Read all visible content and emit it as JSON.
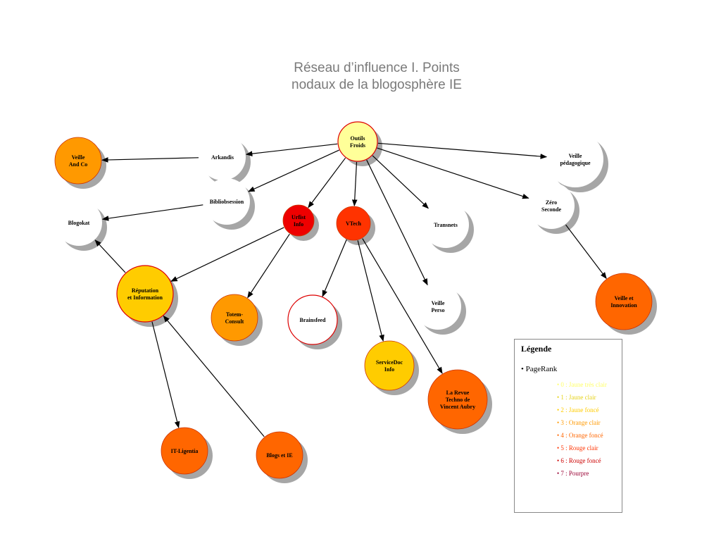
{
  "title": {
    "line1": "Réseau d’influence I. Points",
    "line2": "nodaux de la blogosphère IE"
  },
  "colors": {
    "white": "#ffffff",
    "yellow_light": "#ffff99",
    "yellow_dark": "#ffcc00",
    "orange_light": "#ff9900",
    "orange_dark": "#ff6600",
    "red_light": "#ff3300",
    "red_dark": "#ee0000",
    "shadow": "#a6a6a6",
    "edge": "#000000"
  },
  "nodes": [
    {
      "id": "outils",
      "name": "outils-froids-node",
      "lines": [
        "Outils",
        "Froids"
      ],
      "color": "yellow_light",
      "border": "red"
    },
    {
      "id": "arkandis",
      "name": "arkandis-node",
      "lines": [
        "Arkandis"
      ],
      "color": "white"
    },
    {
      "id": "veilleandco",
      "name": "veille-and-co-node",
      "lines": [
        "Veille",
        "And Co"
      ],
      "color": "orange_light"
    },
    {
      "id": "bibliobsession",
      "name": "bibliobsession-node",
      "lines": [
        "Bibliobsession"
      ],
      "color": "white"
    },
    {
      "id": "blogokat",
      "name": "blogokat-node",
      "lines": [
        "Blogokat"
      ],
      "color": "white"
    },
    {
      "id": "urfist",
      "name": "urfist-info-node",
      "lines": [
        "Urfist",
        "Info"
      ],
      "color": "red_dark"
    },
    {
      "id": "vtech",
      "name": "vtech-node",
      "lines": [
        "VTech"
      ],
      "color": "red_light"
    },
    {
      "id": "transnets",
      "name": "transnets-node",
      "lines": [
        "Transnets"
      ],
      "color": "white"
    },
    {
      "id": "veillepeda",
      "name": "veille-pedagogique-node",
      "lines": [
        "Veille",
        "pédagogique"
      ],
      "color": "white"
    },
    {
      "id": "zero",
      "name": "zero-seconde-node",
      "lines": [
        "Zéro",
        "Seconde"
      ],
      "color": "white"
    },
    {
      "id": "reputation",
      "name": "reputation-information-node",
      "lines": [
        "Réputation",
        "et Information"
      ],
      "color": "yellow_dark",
      "border": "red"
    },
    {
      "id": "totem",
      "name": "totem-consult-node",
      "lines": [
        "Totem-",
        "Consult"
      ],
      "color": "orange_light"
    },
    {
      "id": "brainsfeed",
      "name": "brainsfeed-node",
      "lines": [
        "Brainsfeed"
      ],
      "color": "white",
      "border": "red"
    },
    {
      "id": "veilleperso",
      "name": "veille-perso-node",
      "lines": [
        "Veille",
        "Perso"
      ],
      "color": "white"
    },
    {
      "id": "veilleinno",
      "name": "veille-et-innovation-node",
      "lines": [
        "Veille et",
        "Innovation"
      ],
      "color": "orange_dark"
    },
    {
      "id": "servicedoc",
      "name": "servicedoc-info-node",
      "lines": [
        "ServiceDoc",
        "Info"
      ],
      "color": "yellow_dark"
    },
    {
      "id": "revue",
      "name": "la-revue-techno-node",
      "lines": [
        "La Revue",
        "Techno de",
        "Vincent Aubry"
      ],
      "color": "orange_dark"
    },
    {
      "id": "itligentia",
      "name": "it-ligentia-node",
      "lines": [
        "IT-Ligentia"
      ],
      "color": "orange_dark"
    },
    {
      "id": "blogsie",
      "name": "blogs-et-ie-node",
      "lines": [
        "Blogs et IE"
      ],
      "color": "orange_dark"
    }
  ],
  "edges": [
    {
      "from": "outils",
      "to": "arkandis"
    },
    {
      "from": "outils",
      "to": "bibliobsession"
    },
    {
      "from": "outils",
      "to": "urfist"
    },
    {
      "from": "outils",
      "to": "vtech"
    },
    {
      "from": "outils",
      "to": "transnets"
    },
    {
      "from": "outils",
      "to": "veilleperso"
    },
    {
      "from": "outils",
      "to": "veillepeda"
    },
    {
      "from": "outils",
      "to": "zero"
    },
    {
      "from": "arkandis",
      "to": "veilleandco"
    },
    {
      "from": "bibliobsession",
      "to": "blogokat"
    },
    {
      "from": "urfist",
      "to": "reputation"
    },
    {
      "from": "urfist",
      "to": "totem"
    },
    {
      "from": "vtech",
      "to": "brainsfeed"
    },
    {
      "from": "vtech",
      "to": "servicedoc"
    },
    {
      "from": "vtech",
      "to": "revue"
    },
    {
      "from": "zero",
      "to": "veilleinno"
    },
    {
      "from": "reputation",
      "to": "blogokat"
    },
    {
      "from": "reputation",
      "to": "itligentia"
    },
    {
      "from": "blogsie",
      "to": "reputation"
    }
  ],
  "legend": {
    "title": "Légende",
    "subtitle": "• PageRank",
    "items": [
      {
        "label": "• 0 : Jaune très clair",
        "color": "#ffff66"
      },
      {
        "label": "• 1 : Jaune clair",
        "color": "#e6d21a"
      },
      {
        "label": "• 2 : Jaune foncé",
        "color": "#ffcc00"
      },
      {
        "label": "• 3 : Orange clair",
        "color": "#ff9900"
      },
      {
        "label": "• 4 : Orange foncé",
        "color": "#ff6600"
      },
      {
        "label": "• 5 : Rouge clair",
        "color": "#ff3300"
      },
      {
        "label": "• 6 : Rouge foncé",
        "color": "#cc0000"
      },
      {
        "label": "• 7 : Pourpre",
        "color": "#990033"
      }
    ]
  }
}
